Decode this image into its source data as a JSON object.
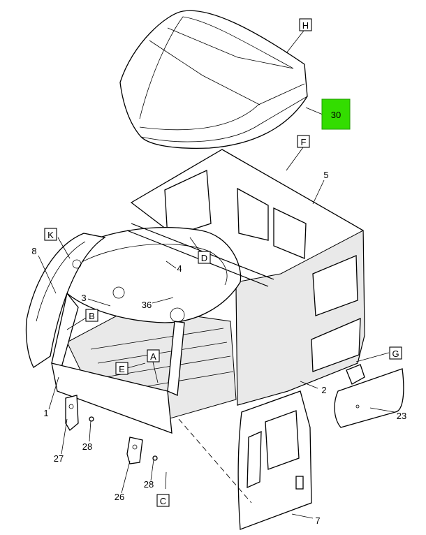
{
  "highlight": {
    "label": "30",
    "color": "#33dd00"
  },
  "letters": [
    "H",
    "F",
    "K",
    "D",
    "B",
    "E",
    "A",
    "G",
    "C"
  ],
  "numbers": [
    "5",
    "8",
    "4",
    "3",
    "36",
    "1",
    "2",
    "23",
    "27",
    "28",
    "28",
    "26",
    "7"
  ]
}
